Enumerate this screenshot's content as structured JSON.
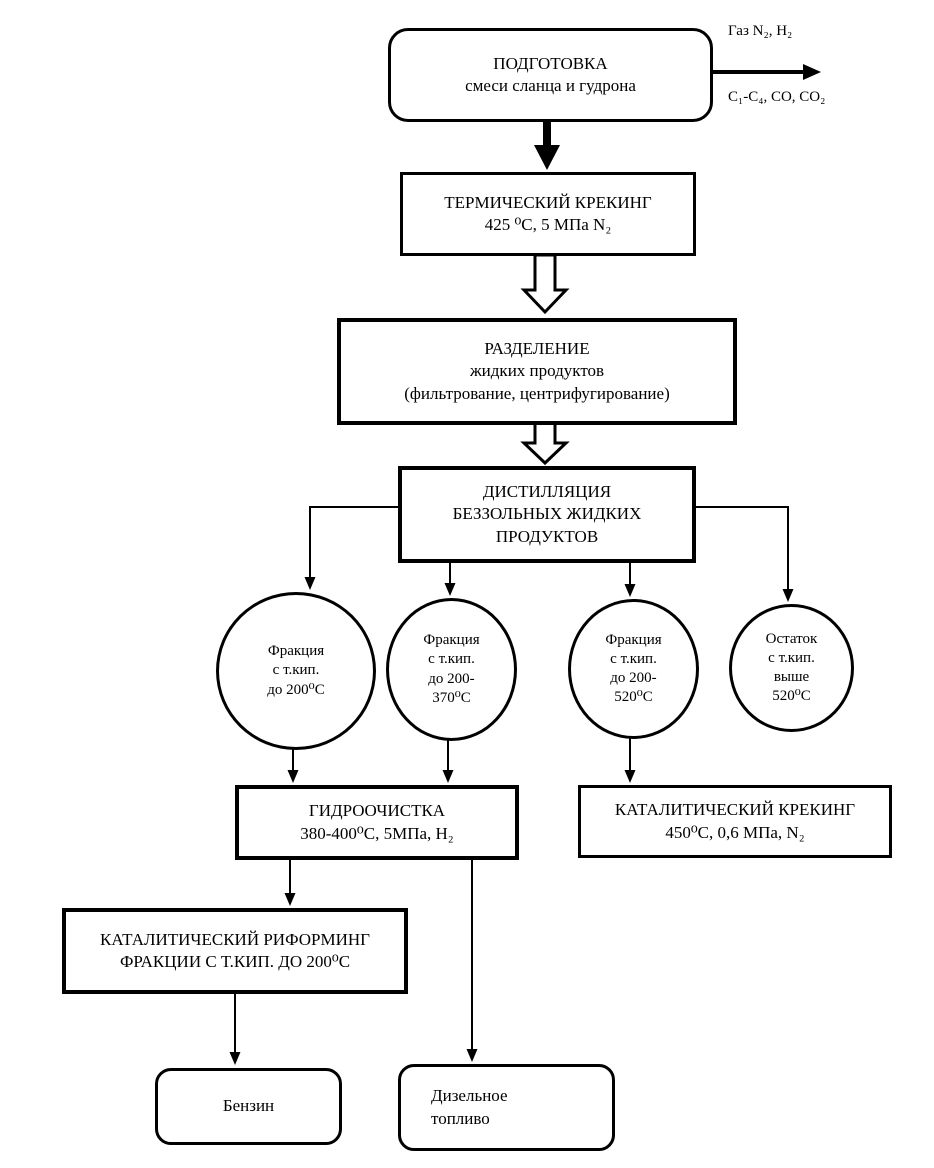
{
  "diagram": {
    "prep": {
      "lines": [
        "ПОДГОТОВКА",
        "смеси сланца и гудрона"
      ]
    },
    "offgas": {
      "top": "Газ N₂, H₂",
      "bottom": "C₁-C₄, CO, CO₂"
    },
    "thermal": {
      "lines": [
        "ТЕРМИЧЕСКИЙ КРЕКИНГ",
        "425 ⁰С, 5 МПа N₂"
      ]
    },
    "separation": {
      "lines": [
        "РАЗДЕЛЕНИЕ",
        "жидких продуктов",
        "(фильтрование, центрифугирование)"
      ]
    },
    "distillation": {
      "lines": [
        "ДИСТИЛЛЯЦИЯ",
        "БЕЗЗОЛЬНЫХ ЖИДКИХ",
        "ПРОДУКТОВ"
      ]
    },
    "fractions": [
      {
        "lines": [
          "Фракция",
          "с т.кип.",
          "до 200⁰С"
        ]
      },
      {
        "lines": [
          "Фракция",
          "с т.кип.",
          "до 200-",
          "370⁰С"
        ]
      },
      {
        "lines": [
          "Фракция",
          "с т.кип.",
          "до 200-",
          "520⁰С"
        ]
      },
      {
        "lines": [
          "Остаток",
          "с т.кип.",
          "выше",
          "520⁰С"
        ]
      }
    ],
    "hydro": {
      "lines": [
        "ГИДРООЧИСТКА",
        "380-400⁰С, 5МПа, H₂"
      ]
    },
    "catcrack": {
      "lines": [
        "КАТАЛИТИЧЕСКИЙ КРЕКИНГ",
        "450⁰С, 0,6 МПа, N₂"
      ]
    },
    "reforming": {
      "lines": [
        "КАТАЛИТИЧЕСКИЙ РИФОРМИНГ",
        "ФРАКЦИИ С Т.КИП. ДО 200⁰С"
      ]
    },
    "benzin": {
      "lines": [
        "Бензин"
      ]
    },
    "diesel": {
      "lines": [
        "Дизельное",
        "топливо"
      ]
    }
  },
  "colors": {
    "line": "#000000",
    "background": "#ffffff"
  }
}
